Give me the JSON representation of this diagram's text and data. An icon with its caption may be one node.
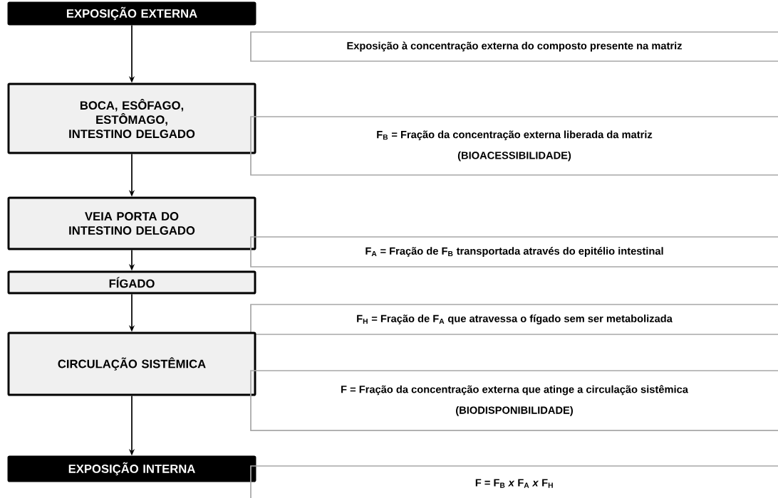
{
  "diagram": {
    "nodes": [
      {
        "text": [
          "EXPOSIÇÃO EXTERNA"
        ]
      },
      {
        "text": [
          "Exposição à concentração externa do composto presente na matriz"
        ]
      },
      {
        "text": [
          "BOCA, ESÔFAGO, ESTÔMAGO, INTESTINO DELGADO"
        ]
      },
      {
        "text": [
          "F$_{B}$ = Fração da concentração externa liberada da matriz",
          "(BIOACESSIBILIDADE)"
        ]
      },
      {
        "text": [
          "VEIA PORTA DO INTESTINO DELGADO"
        ]
      },
      {
        "text": [
          "F$_{A}$ = Fração de F$_{B}$ transportada através do epitélio intestinal"
        ]
      },
      {
        "text": [
          "FÍGADO"
        ]
      },
      {
        "text": [
          "F$_{H}$ = Fração de F$_{A}$ que atravessa o fígado sem ser metabolizada"
        ]
      },
      {
        "text": [
          "CIRCULAÇÃO SISTÊMICA"
        ]
      },
      {
        "text": [
          "F = Fração da concentração externa que atinge a circulação sistêmica",
          "(BIODISPONIBILIDADE)"
        ]
      },
      {
        "text": [
          "EXPOSIÇÃO INTERNA"
        ]
      },
      {
        "text": [
          "F = F$_{B}$ *x* F$_{A}$ *x* F$_{H}$"
        ]
      }
    ],
    "edges": [
      {
        "from": 0,
        "to": 2,
        "arrow": "to"
      },
      {
        "from": 2,
        "to": 4,
        "arrow": "to"
      },
      {
        "from": 4,
        "to": 6,
        "arrow": "to"
      },
      {
        "from": 6,
        "to": 8,
        "arrow": "to"
      },
      {
        "from": 8,
        "to": 10,
        "arrow": "to"
      }
    ]
  }
}
